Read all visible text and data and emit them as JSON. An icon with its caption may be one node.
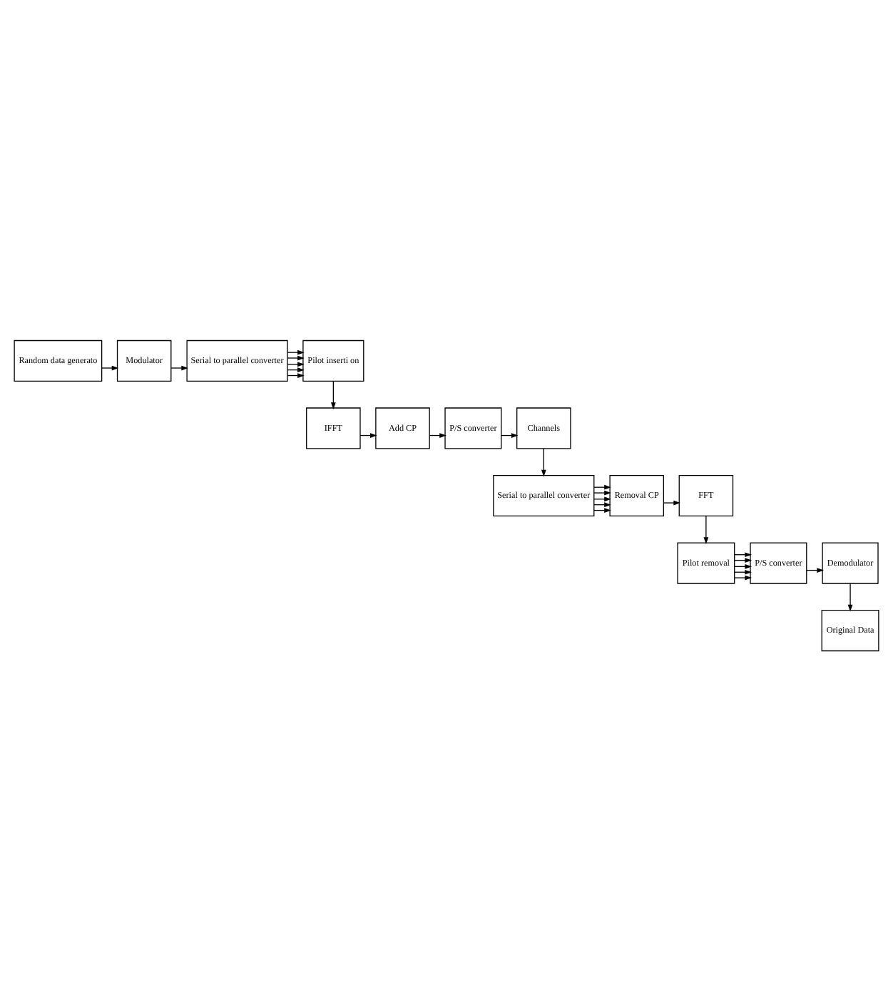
{
  "diagram": {
    "nodes": [
      {
        "text": [
          "Random data generato"
        ]
      },
      {
        "text": [
          "Modulator"
        ]
      },
      {
        "text": [
          "Serial to parallel converter"
        ]
      },
      {
        "text": [
          "Pilot inserti on"
        ]
      },
      {
        "text": [
          "Channels"
        ]
      },
      {
        "text": [
          "P/S converter"
        ]
      },
      {
        "text": [
          "Add CP"
        ]
      },
      {
        "text": [
          "IFFT"
        ]
      },
      {
        "text": [
          "Serial to parallel converter"
        ]
      },
      {
        "text": [
          "Removal CP"
        ]
      },
      {
        "text": [
          "FFT"
        ]
      },
      {
        "text": [
          "Demodulator"
        ]
      },
      {
        "text": [
          "P/S converter"
        ]
      },
      {
        "text": [
          "Pilot removal"
        ]
      },
      {
        "text": [
          "Original Data"
        ]
      }
    ],
    "edges": [
      {
        "from": 0,
        "to": 1,
        "arrow": "to"
      },
      {
        "from": 1,
        "to": 2,
        "arrow": "to"
      },
      {
        "from": 2,
        "to": 3,
        "arrow": "to"
      },
      {
        "from": 2,
        "to": 3,
        "arrow": "to"
      },
      {
        "from": 2,
        "to": 3,
        "arrow": "to"
      },
      {
        "from": 2,
        "to": 3,
        "arrow": "to"
      },
      {
        "from": 2,
        "to": 3,
        "arrow": "to"
      },
      {
        "from": 3,
        "to": 7,
        "arrow": "to"
      },
      {
        "from": 7,
        "to": 6,
        "arrow": "to"
      },
      {
        "from": 6,
        "to": 5,
        "arrow": "to"
      },
      {
        "from": 5,
        "to": 4,
        "arrow": "to"
      },
      {
        "from": 4,
        "to": 8,
        "arrow": "to"
      },
      {
        "from": 8,
        "to": 9,
        "arrow": "to"
      },
      {
        "from": 8,
        "to": 9,
        "arrow": "to"
      },
      {
        "from": 8,
        "to": 9,
        "arrow": "to"
      },
      {
        "from": 8,
        "to": 9,
        "arrow": "to"
      },
      {
        "from": 8,
        "to": 9,
        "arrow": "to"
      },
      {
        "from": 9,
        "to": 10,
        "arrow": "to"
      },
      {
        "from": 10,
        "to": 13,
        "arrow": "to"
      },
      {
        "from": 13,
        "to": 12,
        "arrow": "to"
      },
      {
        "from": 13,
        "to": 12,
        "arrow": "to"
      },
      {
        "from": 13,
        "to": 12,
        "arrow": "to"
      },
      {
        "from": 13,
        "to": 12,
        "arrow": "to"
      },
      {
        "from": 13,
        "to": 12,
        "arrow": "to"
      },
      {
        "from": 12,
        "to": 11,
        "arrow": "to"
      },
      {
        "from": 11,
        "to": 14,
        "arrow": "to"
      }
    ]
  }
}
